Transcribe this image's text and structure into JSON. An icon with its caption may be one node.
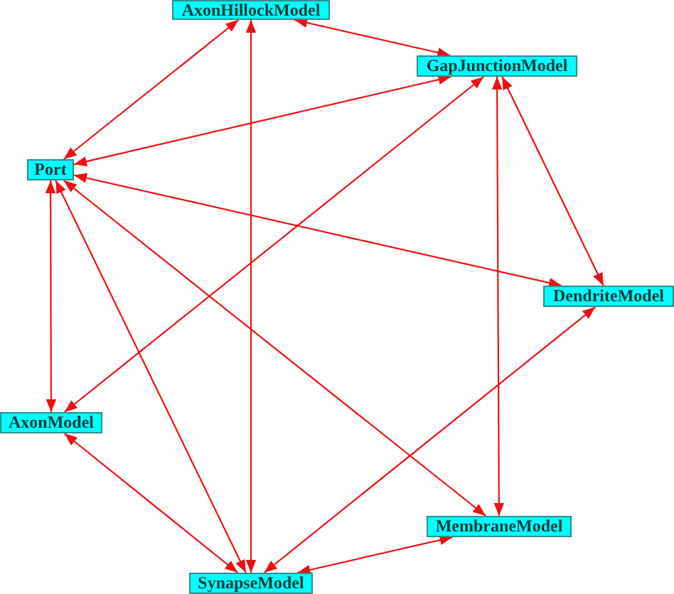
{
  "diagram": {
    "nodes": [
      {
        "text": [
          "AxonHillockModel"
        ]
      },
      {
        "text": [
          "GapJunctionModel"
        ]
      },
      {
        "text": [
          "Port"
        ]
      },
      {
        "text": [
          "DendriteModel"
        ]
      },
      {
        "text": [
          "AxonModel"
        ]
      },
      {
        "text": [
          "MembraneModel"
        ]
      },
      {
        "text": [
          "SynapseModel"
        ]
      }
    ],
    "edges": [
      {
        "from": 0,
        "to": 2,
        "arrow": "both"
      },
      {
        "from": 0,
        "to": 1,
        "arrow": "both"
      },
      {
        "from": 0,
        "to": 6,
        "arrow": "both"
      },
      {
        "from": 1,
        "to": 2,
        "arrow": "both"
      },
      {
        "from": 1,
        "to": 4,
        "arrow": "both"
      },
      {
        "from": 1,
        "to": 5,
        "arrow": "both"
      },
      {
        "from": 1,
        "to": 3,
        "arrow": "both"
      },
      {
        "from": 2,
        "to": 3,
        "arrow": "both"
      },
      {
        "from": 2,
        "to": 4,
        "arrow": "both"
      },
      {
        "from": 2,
        "to": 6,
        "arrow": "both"
      },
      {
        "from": 2,
        "to": 5,
        "arrow": "both"
      },
      {
        "from": 4,
        "to": 6,
        "arrow": "both"
      },
      {
        "from": 6,
        "to": 3,
        "arrow": "both"
      },
      {
        "from": 6,
        "to": 5,
        "arrow": "both"
      }
    ]
  }
}
